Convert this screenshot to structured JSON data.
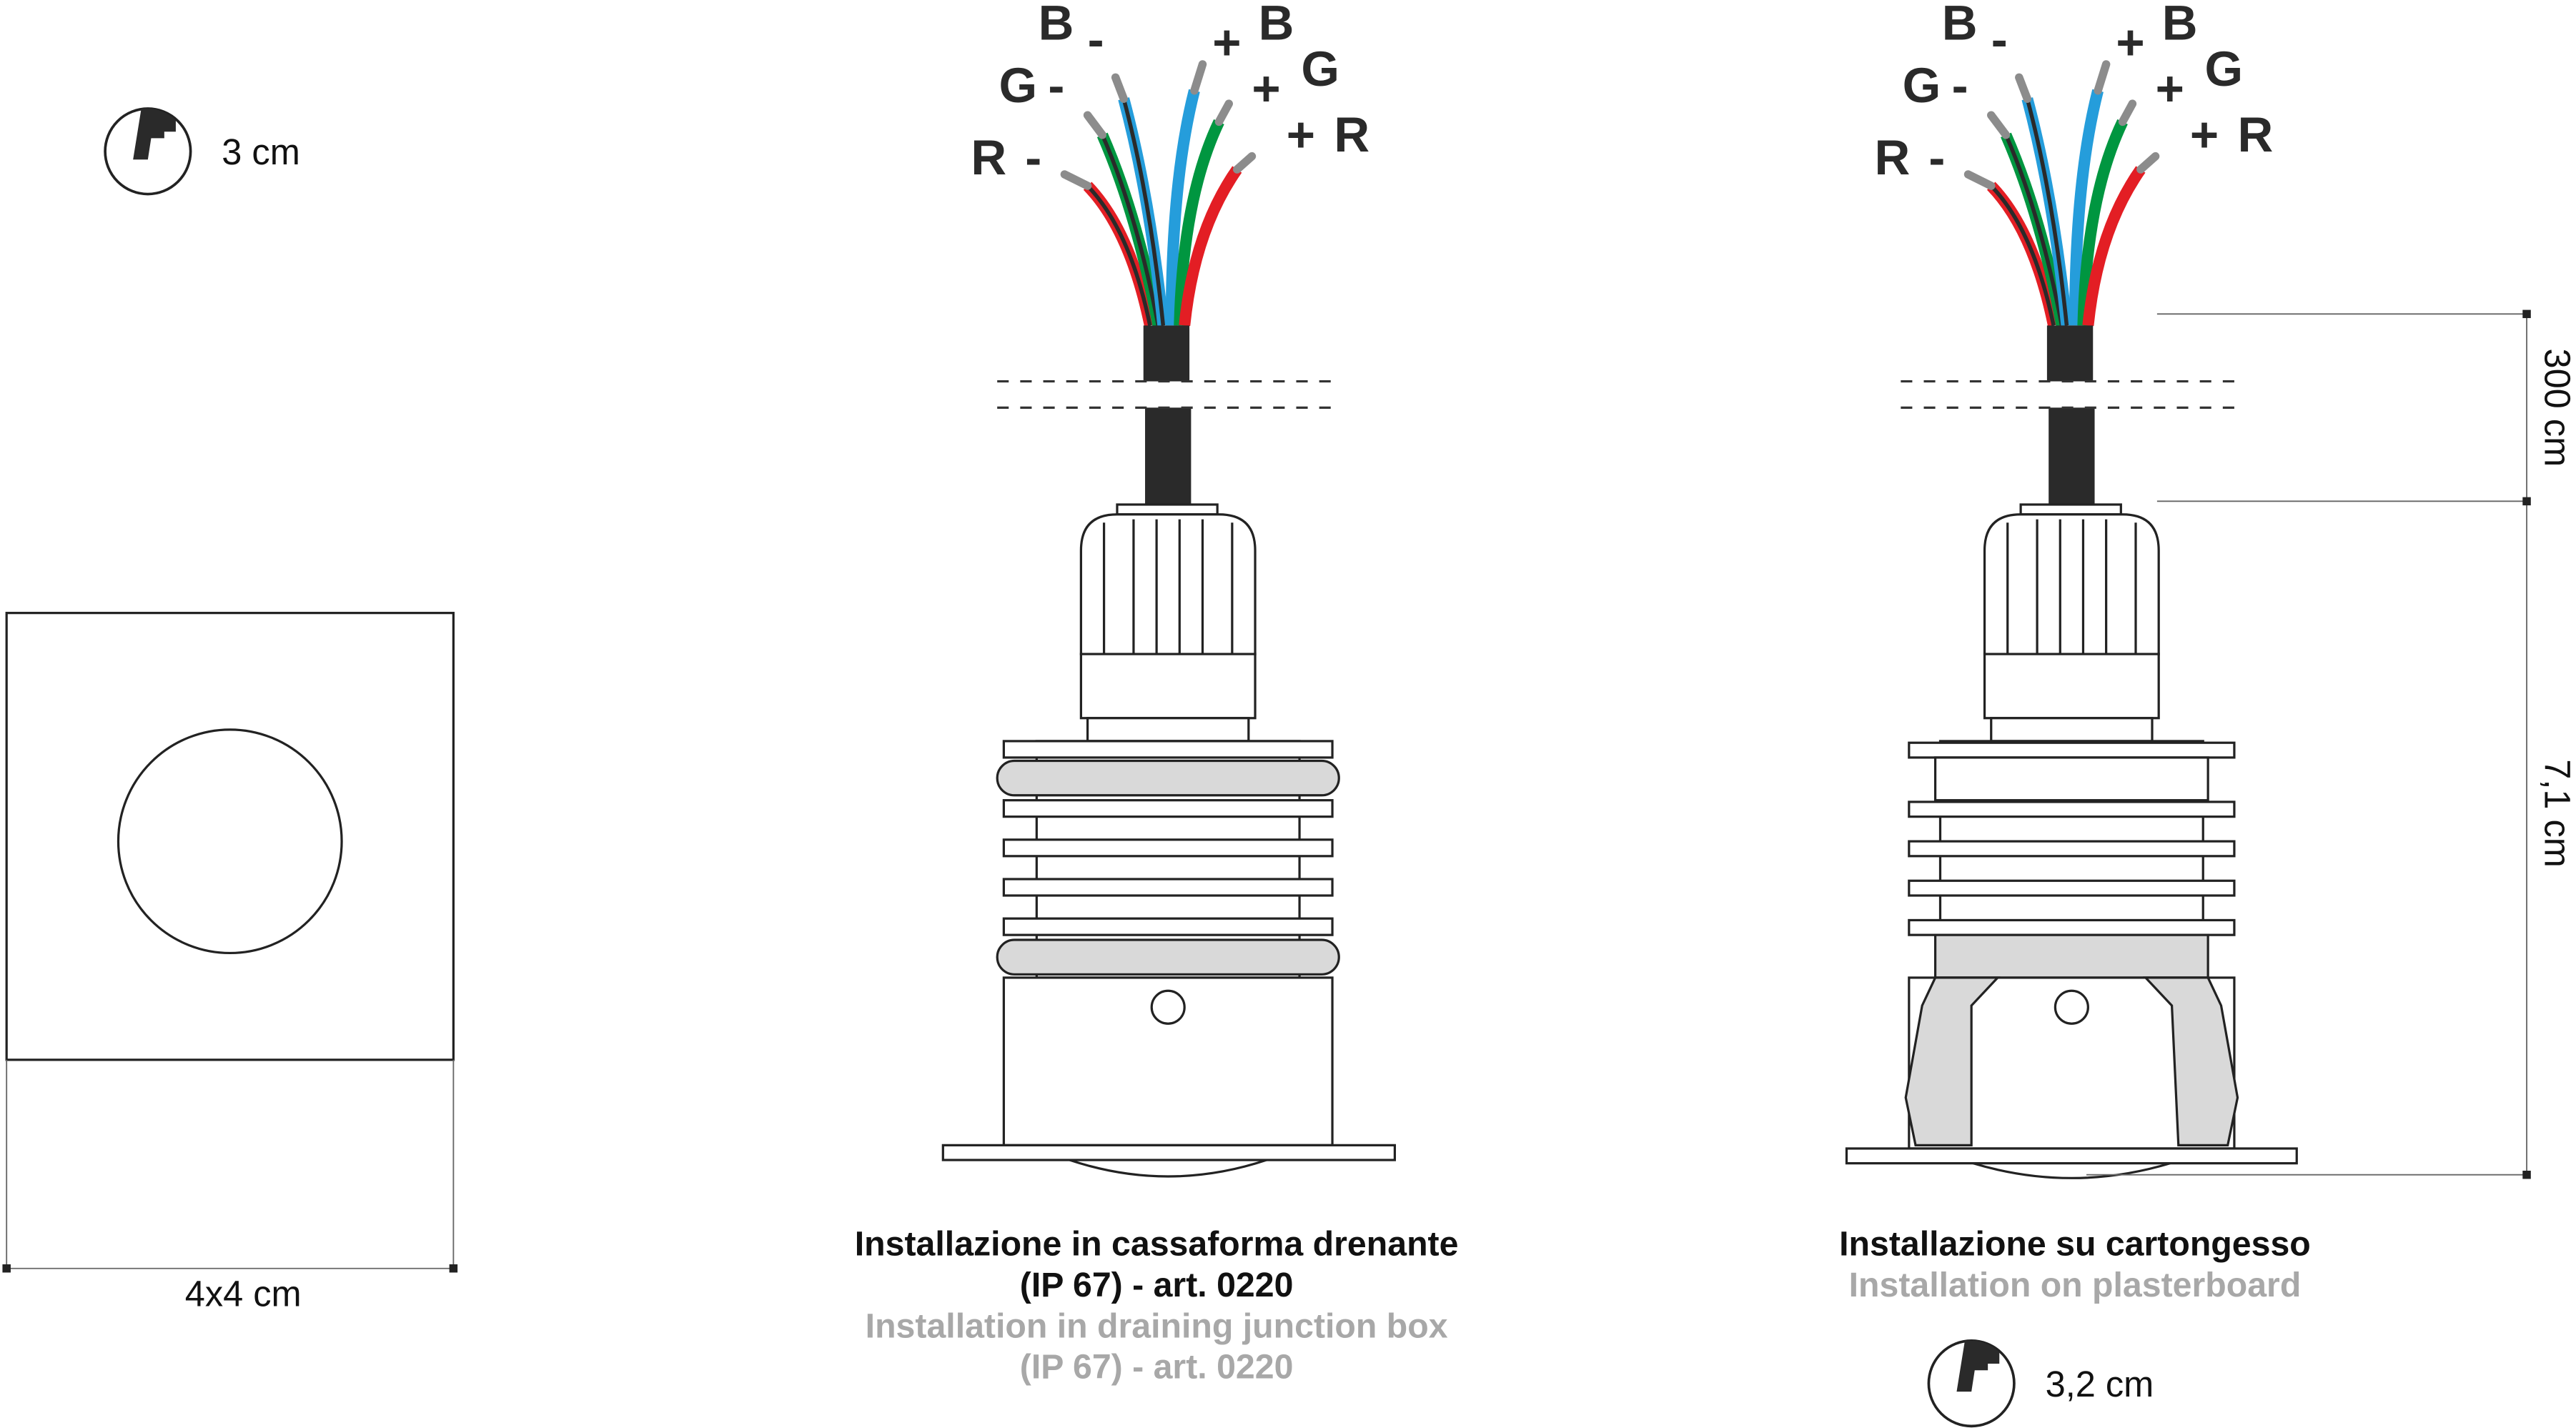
{
  "wire_labels": {
    "b_neg": "B",
    "g_neg": "G",
    "r_neg": "R",
    "b_pos": "B",
    "g_pos": "G",
    "r_pos": "R",
    "minus": "-",
    "plus": "+"
  },
  "colors": {
    "red": "#e31e24",
    "green": "#009640",
    "blue": "#259ddb",
    "cable": "#2a2a2a",
    "tip": "#8c8c8c",
    "caption_en": "#a8a8a8",
    "clip": "#d9d9d9"
  },
  "left": {
    "hole_size": "3 cm",
    "frame_size": "4x4 cm"
  },
  "center": {
    "caption_it_1": "Installazione in cassaforma drenante",
    "caption_it_2": "(IP 67) - art. 0220",
    "caption_en_1": "Installation in draining junction box",
    "caption_en_2": "(IP 67) - art. 0220"
  },
  "right": {
    "caption_it": "Installazione su cartongesso",
    "caption_en": "Installation on plasterboard",
    "hole_size": "3,2 cm",
    "cable_length": "300 cm",
    "body_height": "7,1 cm"
  }
}
